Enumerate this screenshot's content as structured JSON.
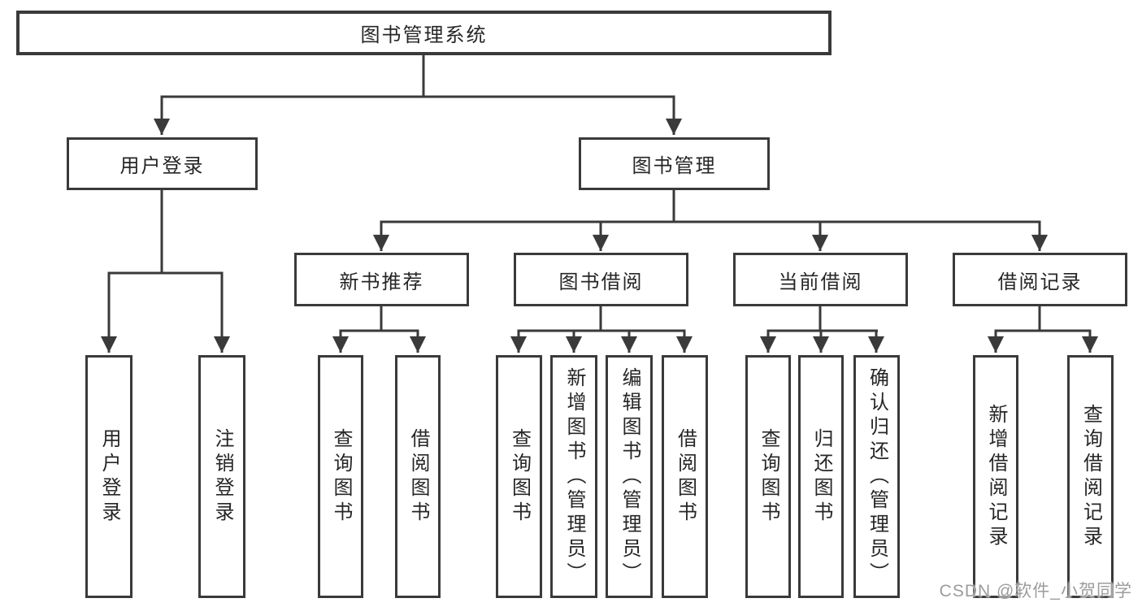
{
  "tree": {
    "label": "图书管理系统",
    "children": [
      {
        "label": "用户登录",
        "children": [
          {
            "label": "用户登录"
          },
          {
            "label": "注销登录"
          }
        ]
      },
      {
        "label": "图书管理",
        "children": [
          {
            "label": "新书推荐",
            "children": [
              {
                "label": "查询图书"
              },
              {
                "label": "借阅图书"
              }
            ]
          },
          {
            "label": "图书借阅",
            "children": [
              {
                "label": "查询图书"
              },
              {
                "label": "新增图书（管理员）"
              },
              {
                "label": "编辑图书（管理员）"
              },
              {
                "label": "借阅图书"
              }
            ]
          },
          {
            "label": "当前借阅",
            "children": [
              {
                "label": "查询图书"
              },
              {
                "label": "归还图书"
              },
              {
                "label": "确认归还（管理员）"
              }
            ]
          },
          {
            "label": "借阅记录",
            "children": [
              {
                "label": "新增借阅记录"
              },
              {
                "label": "查询借阅记录"
              }
            ]
          }
        ]
      }
    ]
  },
  "watermark": {
    "text": "CSDN @软件_小贺同学"
  },
  "colors": {
    "line": "#3a3a3a",
    "text": "#262626",
    "watermark": "#9c9c9c",
    "background": "#ffffff"
  }
}
